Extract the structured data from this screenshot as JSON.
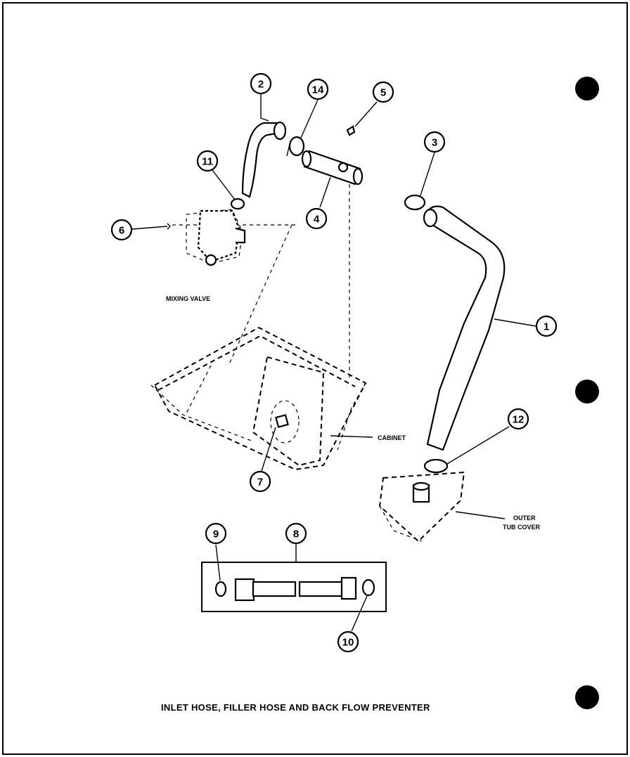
{
  "title": "INLET HOSE, FILLER HOSE AND BACK FLOW PREVENTER",
  "labels": {
    "mixing_valve": "MIXING VALVE",
    "cabinet": "CABINET",
    "outer_tub_cover_line1": "OUTER",
    "outer_tub_cover_line2": "TUB COVER"
  },
  "callouts": {
    "c1": "1",
    "c2": "2",
    "c3": "3",
    "c4": "4",
    "c5": "5",
    "c6": "6",
    "c7": "7",
    "c8": "8",
    "c9": "9",
    "c10": "10",
    "c11": "11",
    "c12": "12",
    "c14": "14"
  }
}
